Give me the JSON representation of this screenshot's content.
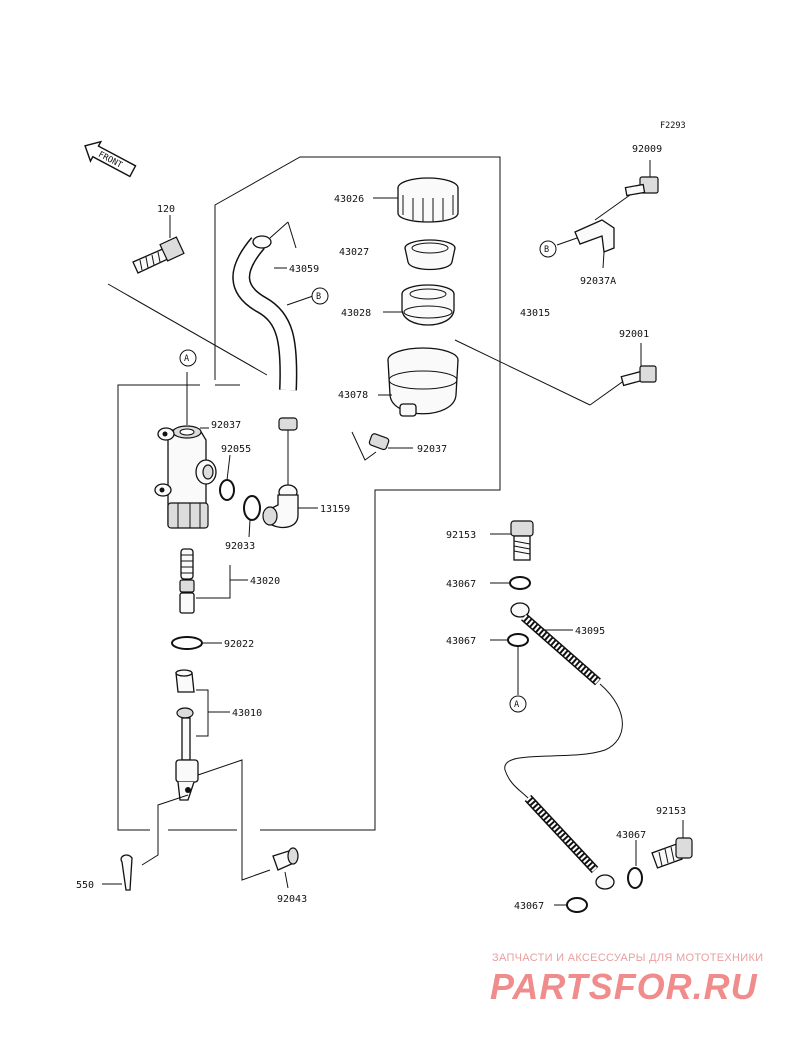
{
  "figure_code": "F2293",
  "front_label": "FRONT",
  "callouts": {
    "A": "A",
    "B": "B"
  },
  "parts": {
    "p120": "120",
    "p43059": "43059",
    "p43026": "43026",
    "p43027": "43027",
    "p43028": "43028",
    "p43015": "43015",
    "p43078": "43078",
    "p92037a": "92037",
    "p92037b": "92037",
    "p92055": "92055",
    "p92033": "92033",
    "p13159": "13159",
    "p43020": "43020",
    "p92022": "92022",
    "p43010": "43010",
    "p550": "550",
    "p92043": "92043",
    "p92009": "92009",
    "p92037A": "92037A",
    "p92001": "92001",
    "p92153a": "92153",
    "p43067a": "43067",
    "p43095": "43095",
    "p43067b": "43067",
    "p92153b": "92153",
    "p43067c": "43067",
    "p43067d": "43067"
  },
  "watermark": {
    "tagline": "ЗАПЧАСТИ И АКСЕССУАРЫ ДЛЯ МОТОТЕХНИКИ",
    "logo": "PARTSFOR.RU"
  }
}
